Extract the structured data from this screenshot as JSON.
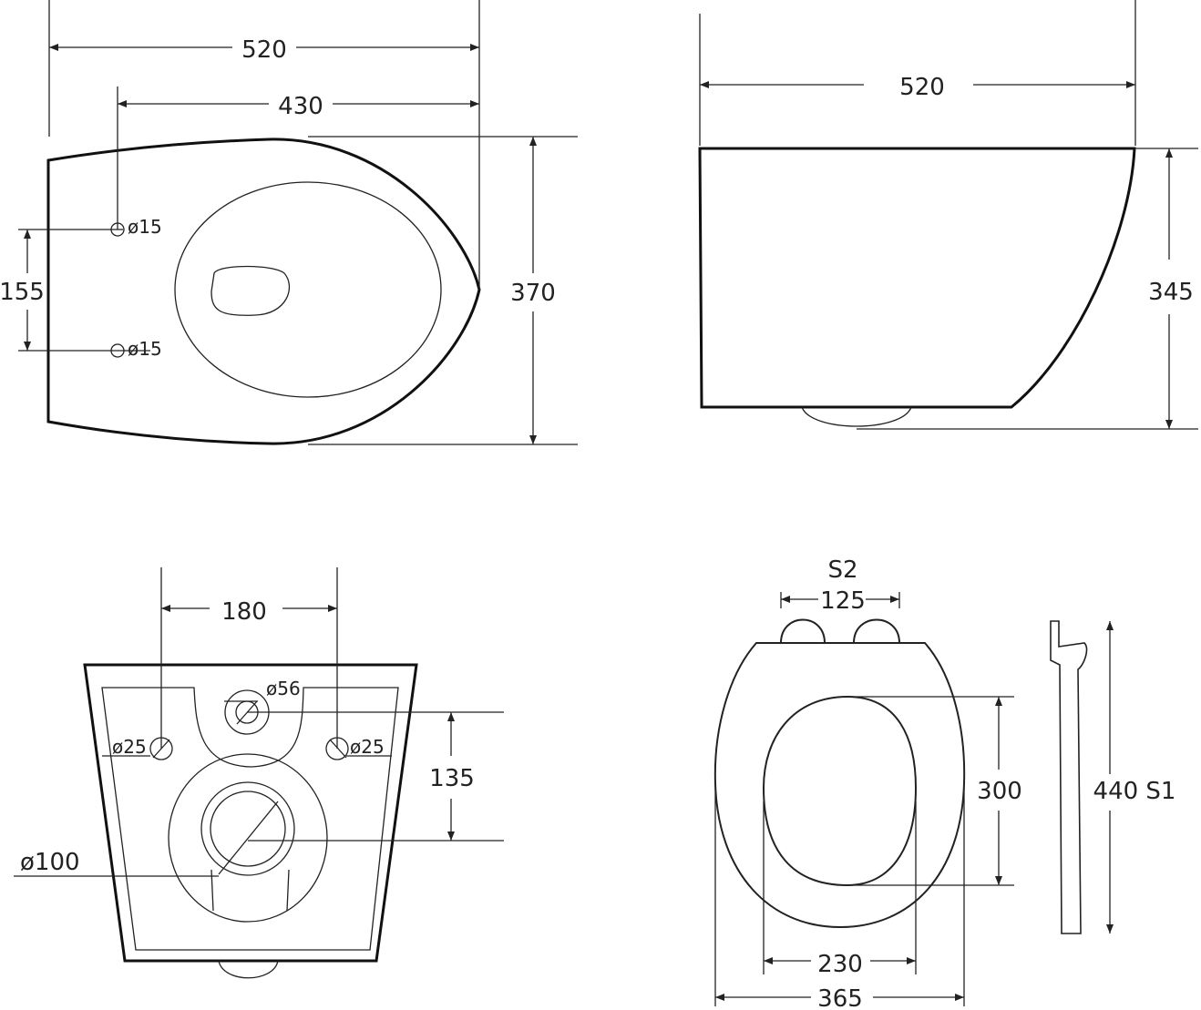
{
  "top_view": {
    "overall_width": "520",
    "hole_to_rim": "430",
    "hole_diameter_upper": "ø15",
    "hole_diameter_lower": "ø15",
    "hole_spacing": "155",
    "overall_length": "370"
  },
  "side_view": {
    "overall_width": "520",
    "height": "345"
  },
  "back_view": {
    "bolt_spacing": "180",
    "water_inlet_diameter": "ø56",
    "bolt_diameter_left": "ø25",
    "bolt_diameter_right": "ø25",
    "inlet_to_outlet": "135",
    "outlet_diameter": "ø100"
  },
  "seat_view": {
    "hinge_label": "S2",
    "hinge_spacing": "125",
    "opening_length": "300",
    "seat_length": "440 S1",
    "opening_width": "230",
    "seat_width": "365"
  }
}
